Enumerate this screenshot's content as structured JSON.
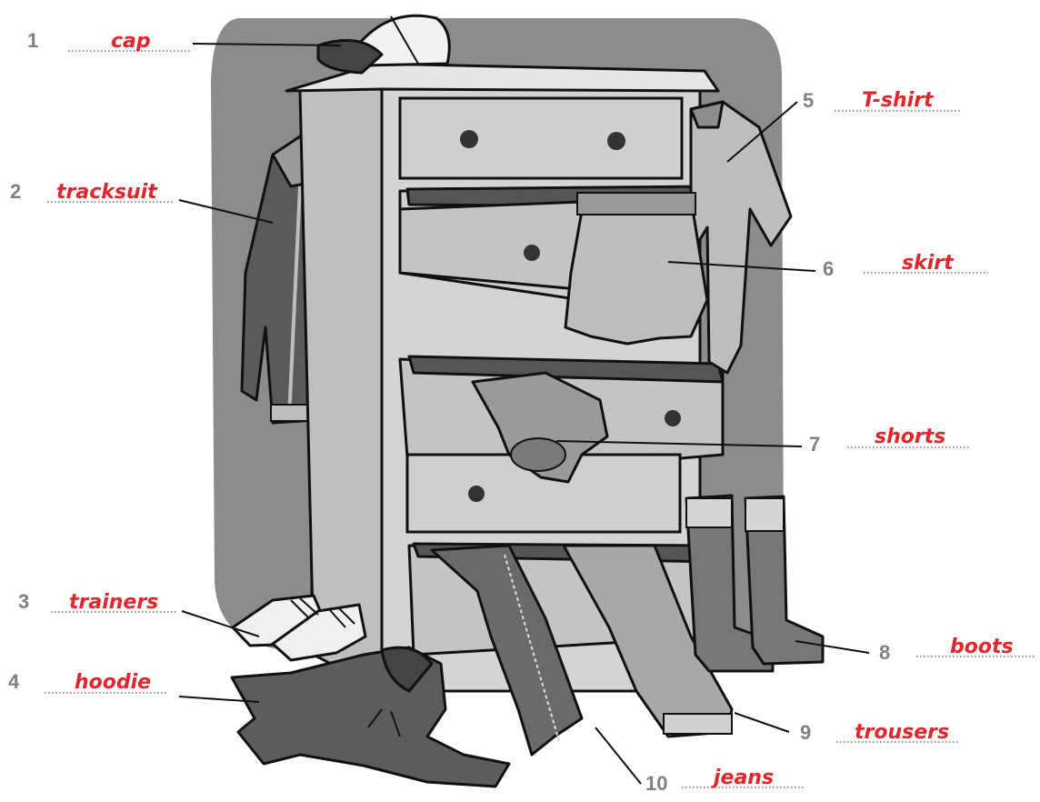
{
  "labels": [
    {
      "number": "1",
      "answer": "cap"
    },
    {
      "number": "2",
      "answer": "tracksuit"
    },
    {
      "number": "3",
      "answer": "trainers"
    },
    {
      "number": "4",
      "answer": "hoodie"
    },
    {
      "number": "5",
      "answer": "T-shirt"
    },
    {
      "number": "6",
      "answer": "skirt"
    },
    {
      "number": "7",
      "answer": "shorts"
    },
    {
      "number": "8",
      "answer": "boots"
    },
    {
      "number": "9",
      "answer": "trousers"
    },
    {
      "number": "10",
      "answer": "jeans"
    }
  ],
  "colors": {
    "answer_text": "#e3262d",
    "number_text": "#808080",
    "backdrop": "#8c8c8c",
    "furniture": "#d4d4d4"
  }
}
